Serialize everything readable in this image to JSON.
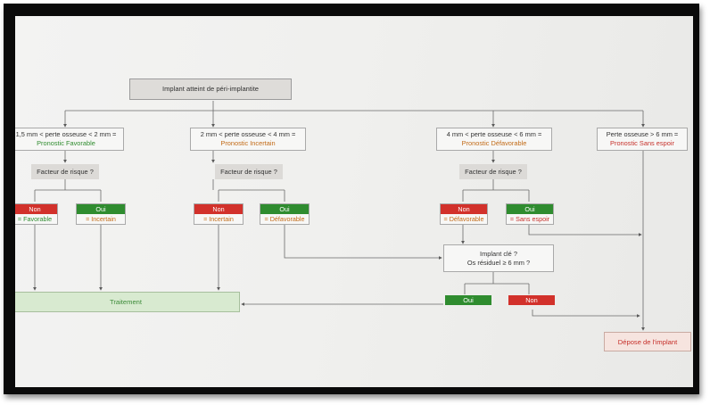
{
  "root": "Implant atteint de péri-implantite",
  "branches": [
    {
      "line1": "1,5 mm < perte osseuse < 2 mm =",
      "line2": "Pronostic Favorable"
    },
    {
      "line1": "2 mm < perte osseuse < 4 mm =",
      "line2": "Pronostic Incertain"
    },
    {
      "line1": "4 mm < perte osseuse < 6 mm =",
      "line2": "Pronostic Défavorable"
    },
    {
      "line1": "Perte osseuse > 6 mm =",
      "line2": "Pronostic Sans espoir"
    }
  ],
  "risk_label": "Facteur de risque ?",
  "answers": {
    "non": "Non",
    "oui": "Oui",
    "b1_non": "= Favorable",
    "b1_oui": "= Incertain",
    "b2_non": "= Incertain",
    "b2_oui": "= Défavorable",
    "b3_non": "= Défavorable",
    "b3_oui": "= Sans espoir"
  },
  "question": {
    "line1": "Implant clé ?",
    "line2": "Os résiduel ≥ 6 mm ?"
  },
  "treatment": "Traitement",
  "removal": "Dépose de l'implant",
  "colors": {
    "green": "#2f8c2f",
    "red": "#d2312b",
    "orange": "#c26a16"
  }
}
